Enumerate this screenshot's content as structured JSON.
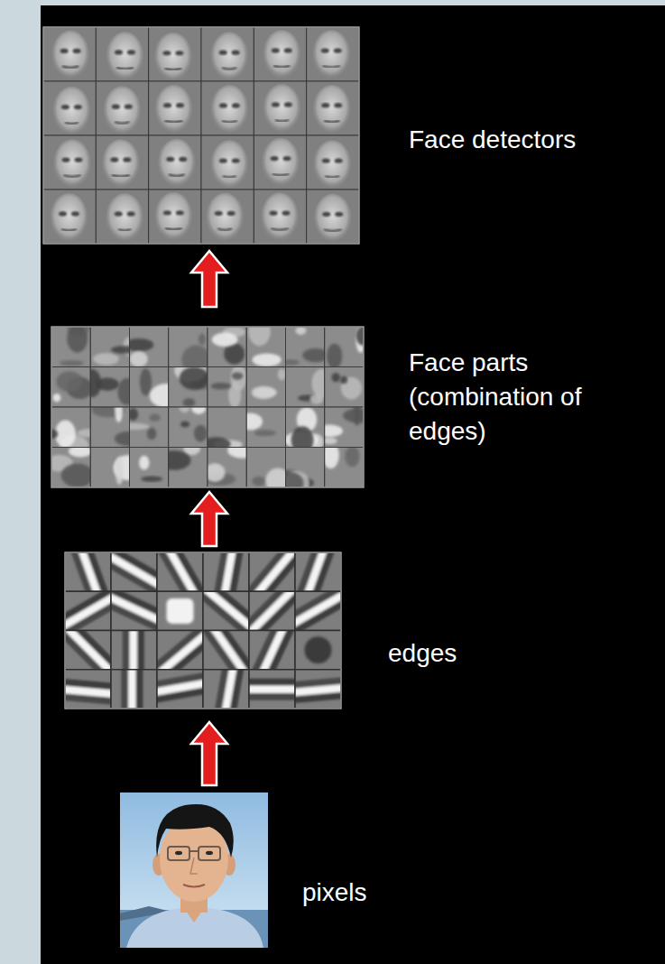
{
  "diagram": {
    "labels": [
      "Face detectors",
      "Face parts (combination of edges)",
      "edges",
      "pixels"
    ]
  }
}
